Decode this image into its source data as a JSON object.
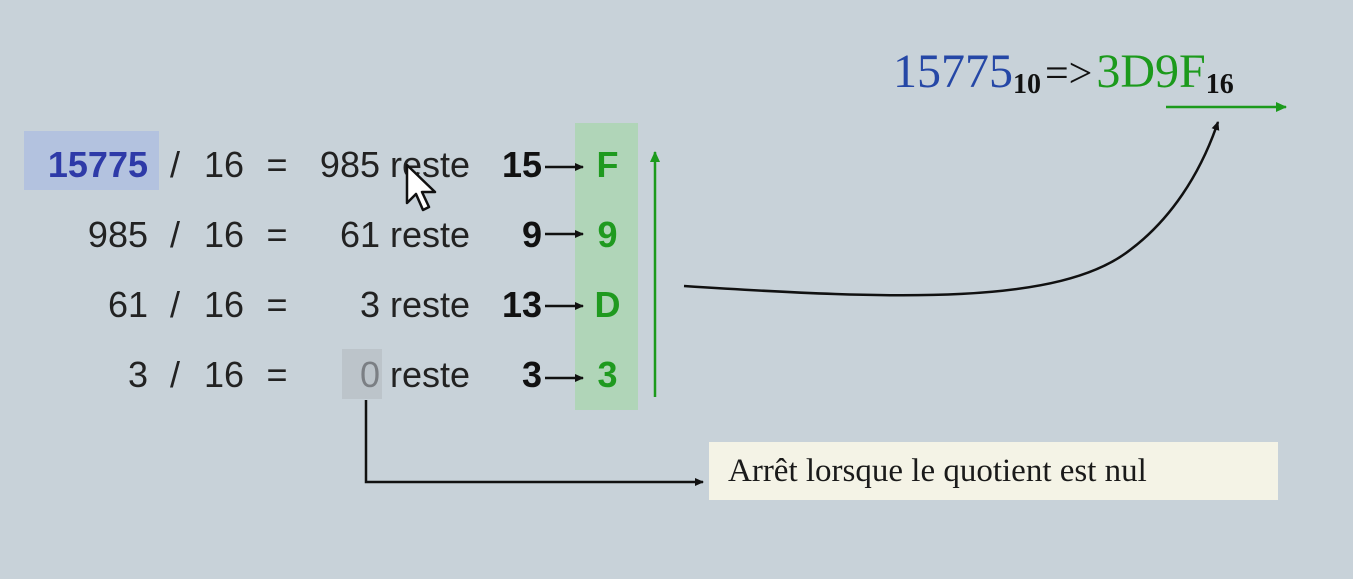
{
  "rows": [
    {
      "dividend": "15775",
      "slash": "/",
      "divisor": "16",
      "equals": "=",
      "quotient": "985",
      "reste_label": "reste",
      "remainder": "15",
      "hex": "F"
    },
    {
      "dividend": "985",
      "slash": "/",
      "divisor": "16",
      "equals": "=",
      "quotient": "61",
      "reste_label": "reste",
      "remainder": "9",
      "hex": "9"
    },
    {
      "dividend": "61",
      "slash": "/",
      "divisor": "16",
      "equals": "=",
      "quotient": "3",
      "reste_label": "reste",
      "remainder": "13",
      "hex": "D"
    },
    {
      "dividend": "3",
      "slash": "/",
      "divisor": "16",
      "equals": "=",
      "quotient": "0",
      "reste_label": "reste",
      "remainder": "3",
      "hex": "3"
    }
  ],
  "result": {
    "decimal": "15775",
    "decimal_base": "10",
    "arrow": "=>",
    "hex": "3D9F",
    "hex_base": "16"
  },
  "note": "Arrêt lorsque le quotient est nul",
  "icons": {
    "cursor": "mouse-pointer-icon"
  },
  "colors": {
    "background": "#c8d2d9",
    "highlight_start": "#b3c2df",
    "hex_column": "#b0d5b8",
    "hex_text": "#1f9a1f",
    "decimal_text": "#2547a6",
    "note_background": "#f4f3e6"
  }
}
